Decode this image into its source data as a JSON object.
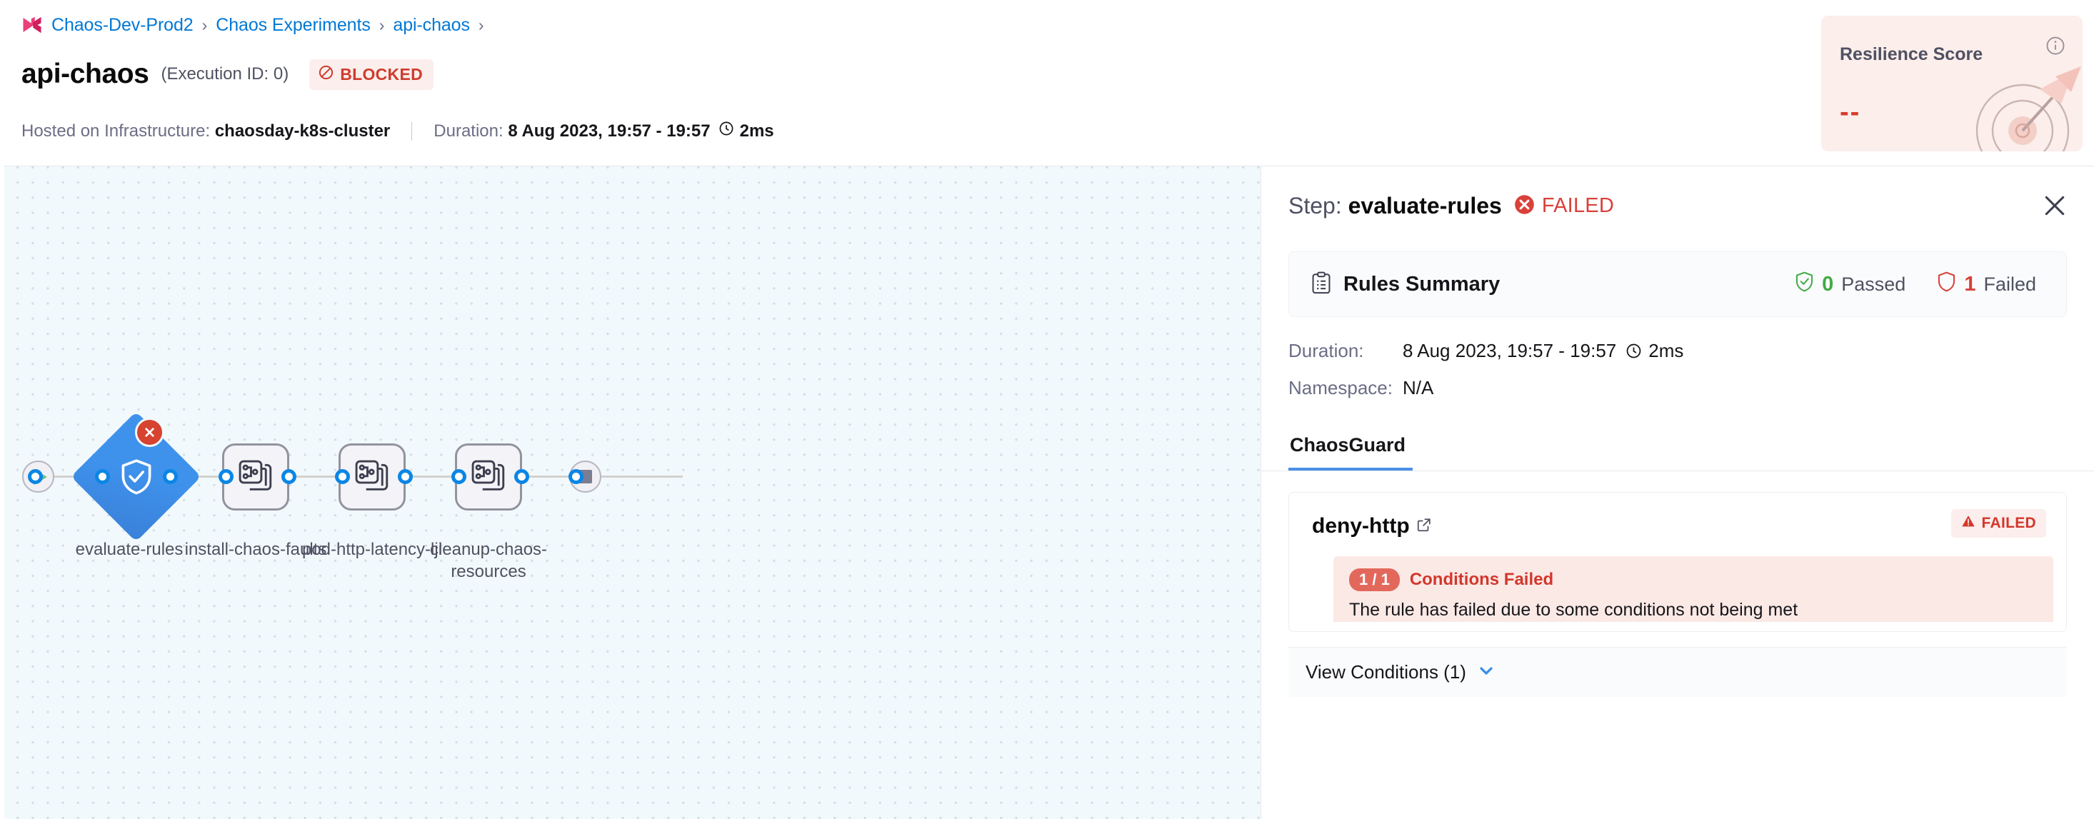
{
  "breadcrumb": {
    "logo_icon": "harness-logo-icon",
    "items": [
      {
        "label": "Chaos-Dev-Prod2"
      },
      {
        "label": "Chaos Experiments"
      },
      {
        "label": "api-chaos"
      }
    ],
    "separator": "›"
  },
  "header": {
    "title": "api-chaos",
    "execution_id": "(Execution ID: 0)",
    "status_badge": {
      "label": "BLOCKED",
      "icon": "blocked-circle-slash-icon",
      "color": "#cf3c2e",
      "bg": "#fbeeec"
    },
    "infra_label": "Hosted on Infrastructure:",
    "infra_value": "chaosday-k8s-cluster",
    "duration_label": "Duration:",
    "duration_range": "8 Aug 2023, 19:57 - 19:57",
    "duration_icon": "clock-icon",
    "duration_value": "2ms"
  },
  "resilience": {
    "title": "Resilience Score",
    "value": "--",
    "info_icon": "info-circle-icon",
    "art_icon": "target-dartboard-arrow-icon",
    "bg": "#fbeeeb",
    "value_color": "#d93b2b"
  },
  "pipeline": {
    "start_node": {
      "name": "start-node",
      "icon": "play-icon"
    },
    "end_node": {
      "name": "end-node",
      "icon": "stop-square-icon"
    },
    "nodes": [
      {
        "id": "evaluate-rules",
        "label": "evaluate-rules",
        "type": "diamond",
        "icon": "shield-check-icon",
        "status": "failed",
        "status_icon": "error-x-icon"
      },
      {
        "id": "install-chaos-faults",
        "label": "install-chaos-faults",
        "type": "step",
        "icon": "chaos-stack-icon",
        "status": "none"
      },
      {
        "id": "pod-http-latency-lji",
        "label": "pod-http-latency-lji",
        "type": "step",
        "icon": "chaos-stack-icon",
        "status": "none"
      },
      {
        "id": "cleanup-chaos-resources",
        "label": "cleanup-chaos-resources",
        "type": "step",
        "icon": "chaos-stack-icon",
        "status": "none"
      }
    ]
  },
  "panel": {
    "step_prefix": "Step: ",
    "step_name": "evaluate-rules",
    "step_status": "FAILED",
    "step_status_icon": "error-x-icon",
    "close_icon": "close-icon",
    "rules_summary": {
      "icon": "clipboard-list-icon",
      "title": "Rules Summary",
      "passed_count": "0",
      "passed_label": "Passed",
      "passed_icon": "shield-check-icon",
      "failed_count": "1",
      "failed_label": "Failed",
      "failed_icon": "shield-outline-icon"
    },
    "details": [
      {
        "key": "Duration:",
        "value": "8 Aug 2023, 19:57 - 19:57",
        "icon": "clock-icon",
        "extra": "2ms"
      },
      {
        "key": "Namespace:",
        "value": "N/A"
      }
    ],
    "tabs": [
      {
        "label": "ChaosGuard",
        "active": true
      }
    ],
    "rule": {
      "name": "deny-http",
      "link_icon": "external-link-icon",
      "status": "FAILED",
      "status_icon": "warning-triangle-icon",
      "conditions_count": "1 / 1",
      "conditions_label": "Conditions Failed",
      "conditions_desc": "The rule has failed due to some conditions not being met"
    },
    "view_conditions": {
      "label": "View Conditions (1)",
      "icon": "chevron-down-icon"
    }
  }
}
